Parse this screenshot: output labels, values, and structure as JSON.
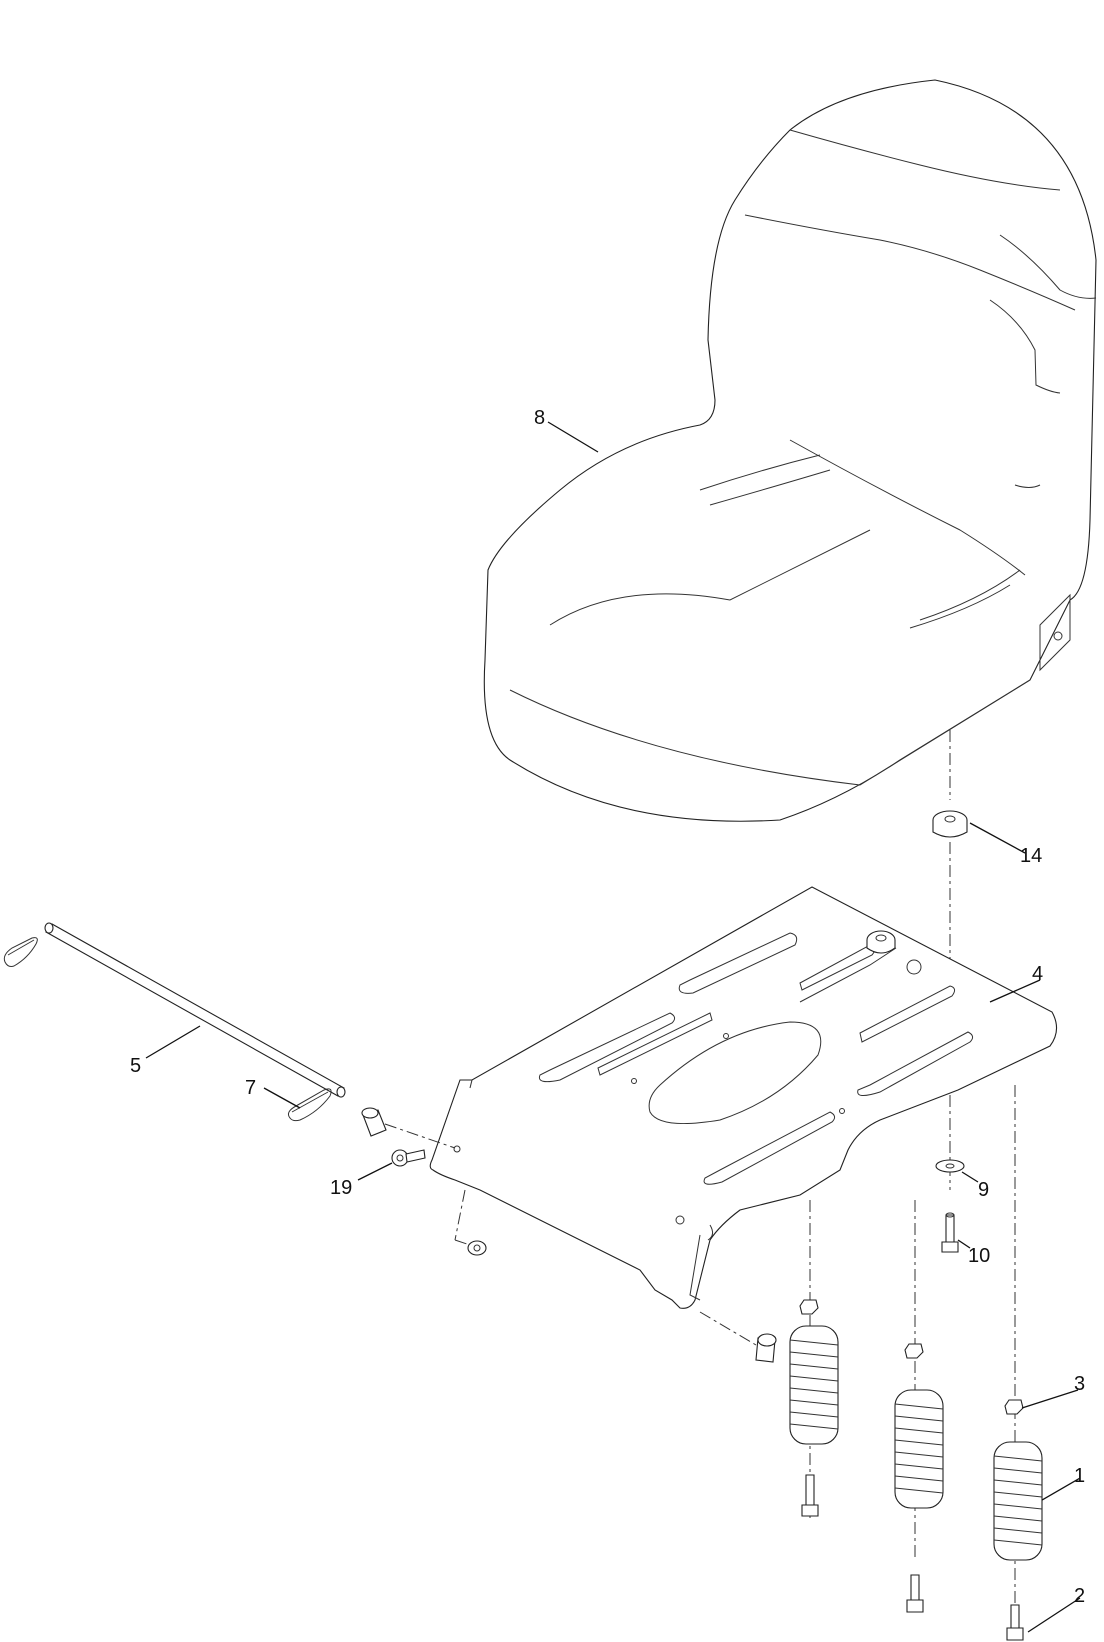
{
  "callouts": {
    "c1": "1",
    "c2": "2",
    "c3": "3",
    "c4": "4",
    "c5": "5",
    "c7": "7",
    "c8": "8",
    "c9": "9",
    "c10": "10",
    "c14": "14",
    "c19": "19"
  }
}
